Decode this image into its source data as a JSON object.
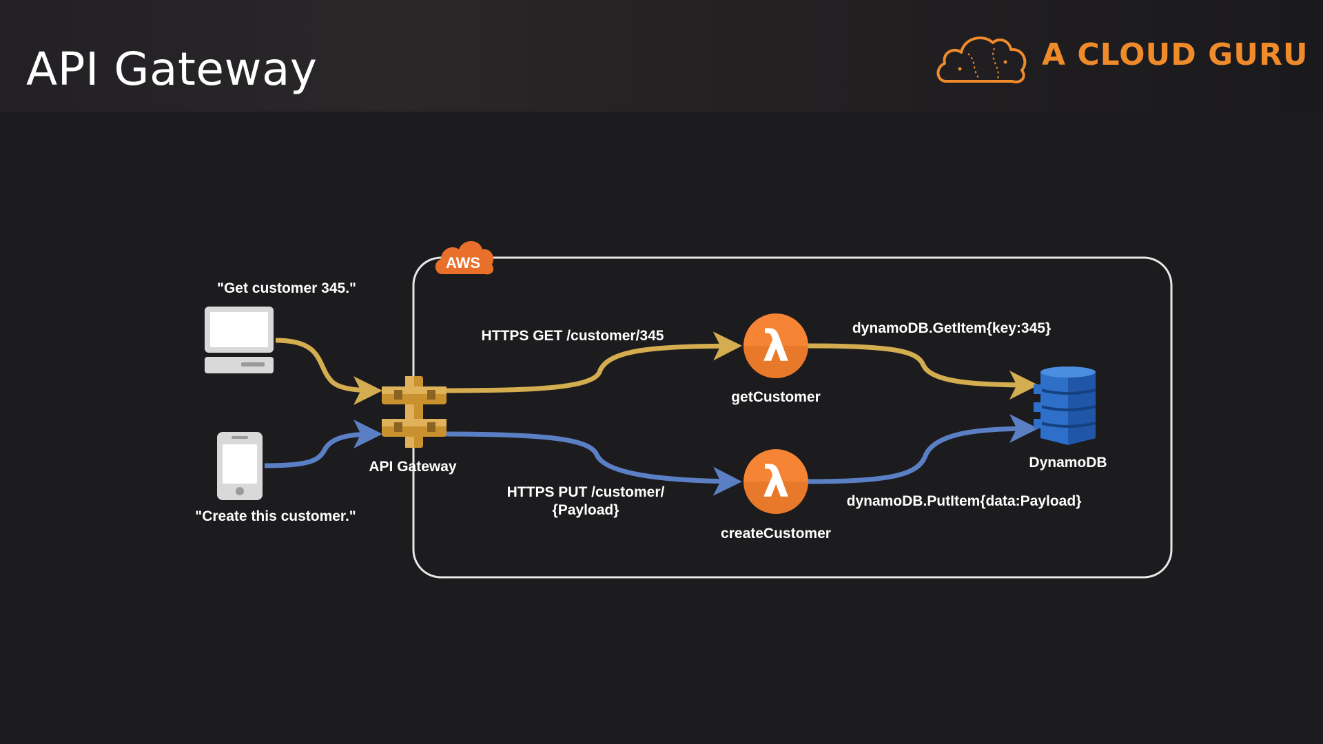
{
  "slide": {
    "title": "API Gateway",
    "brand": "A CLOUD GURU",
    "brand_color": "#f08b2c"
  },
  "diagram": {
    "cloud_badge": "AWS",
    "clients": {
      "desktop_quote": "\"Get customer 345.\"",
      "mobile_quote": "\"Create this customer.\""
    },
    "nodes": {
      "api_gateway": "API Gateway",
      "get_customer": "getCustomer",
      "create_customer": "createCustomer",
      "dynamodb": "DynamoDB",
      "lambda_symbol": "λ"
    },
    "edges": {
      "get_request": "HTTPS GET /customer/345",
      "put_request_line1": "HTTPS PUT /customer/",
      "put_request_line2": "{Payload}",
      "get_item": "dynamoDB.GetItem{key:345}",
      "put_item": "dynamoDB.PutItem{data:Payload}"
    },
    "colors": {
      "get_flow": "#d3ad4f",
      "put_flow": "#5b7fc4",
      "lambda": "#f58534",
      "dynamodb": "#2d6fc9",
      "gateway": "#c9922f"
    }
  }
}
